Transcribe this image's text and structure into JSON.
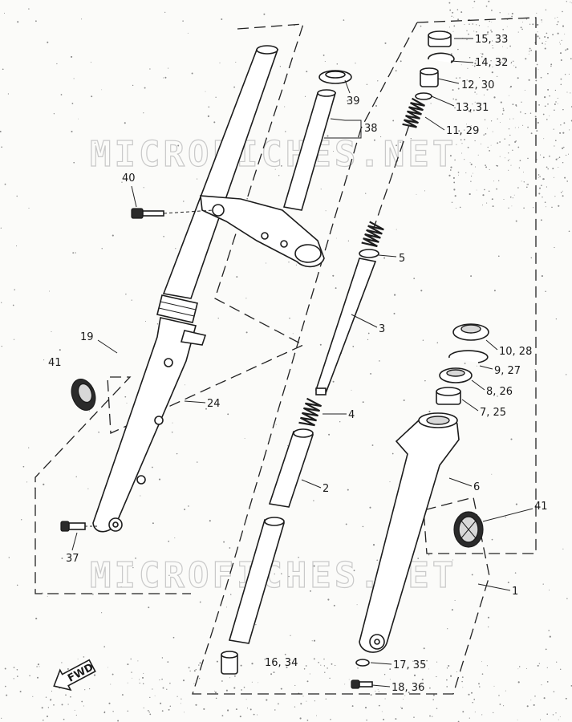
{
  "watermark": "MICROFICHES.NET",
  "direction_badge": "FWD",
  "callouts": {
    "c1": "1",
    "c2": "2",
    "c3": "3",
    "c4": "4",
    "c5": "5",
    "c6": "6",
    "c7": "7, 25",
    "c8": "8, 26",
    "c9": "9, 27",
    "c10": "10, 28",
    "c11": "11, 29",
    "c12": "12, 30",
    "c13": "13, 31",
    "c14": "14, 32",
    "c15": "15, 33",
    "c16": "16, 34",
    "c17": "17, 35",
    "c18": "18, 36",
    "c19": "19",
    "c24": "24",
    "c37": "37",
    "c38": "38",
    "c39": "39",
    "c40": "40",
    "c41a": "41",
    "c41b": "41"
  }
}
